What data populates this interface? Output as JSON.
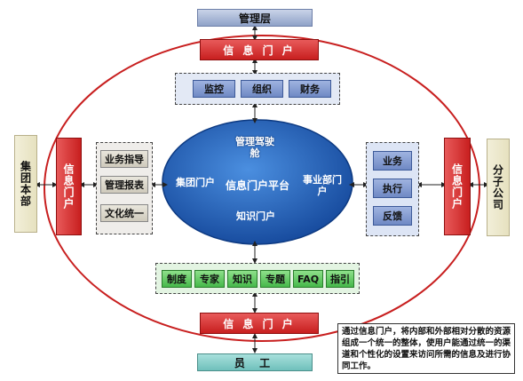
{
  "management": "管理层",
  "portal_top": "信 息 门 户",
  "portal_bottom": "信 息 门 户",
  "staff": "员 工",
  "portal_left": "信息门户",
  "portal_right": "信息门户",
  "group_hq": "集团本部",
  "subsidiary": "分子公司",
  "top_items": [
    "监控",
    "组织",
    "财务"
  ],
  "left_items": [
    "业务指导",
    "管理报表",
    "文化统一"
  ],
  "right_items": [
    "业务",
    "执行",
    "反馈"
  ],
  "bottom_items": [
    "制度",
    "专家",
    "知识",
    "专题",
    "FAQ",
    "指引"
  ],
  "platform": {
    "center": "信息门户平台",
    "top": "管理驾驶舱",
    "left": "集团门户",
    "right": "事业部门户",
    "bottom": "知识门户"
  },
  "caption": "通过信息门户，将内部和外部相对分散的资源组成一个统一的整体，使用户能通过统一的渠道和个性化的设置来访问所需的信息及进行协同工作。",
  "colors": {
    "red": "#c81f1f",
    "blue_ellipse": "#1f5fb0",
    "green": "#46b84a",
    "blue_item": "#6f89c4"
  }
}
